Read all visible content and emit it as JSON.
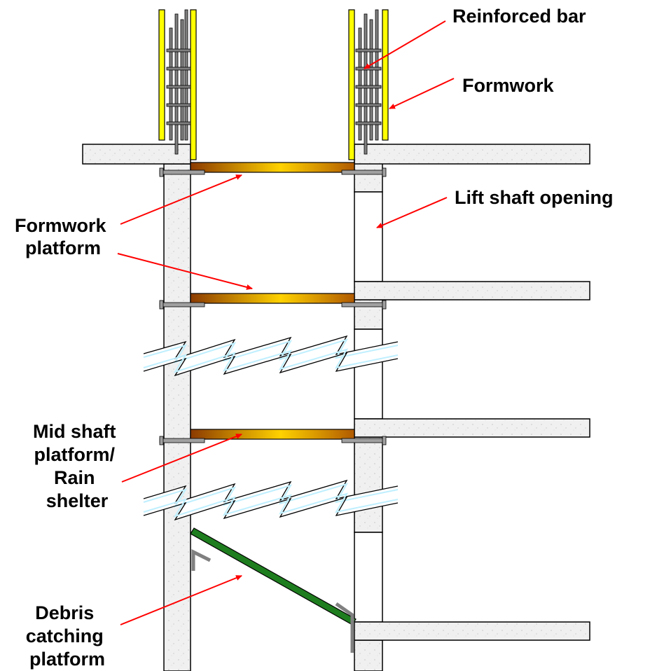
{
  "labels": {
    "reinforced_bar": "Reinforced bar",
    "formwork": "Formwork",
    "lift_shaft_opening": "Lift shaft opening",
    "formwork_platform": [
      "Formwork",
      "platform"
    ],
    "mid_shaft_platform": [
      "Mid shaft",
      "platform/",
      "Rain",
      "shelter"
    ],
    "debris_platform": [
      "Debris",
      "catching",
      "platform"
    ]
  },
  "colors": {
    "concrete": "#f0f0f0",
    "concrete_outline": "#000000",
    "formwork": "#ffff00",
    "rebar": "#808080",
    "platform_dark": "#8b3a00",
    "platform_light": "#ffd200",
    "debris_platform": "#1e7d1e",
    "bracket": "#a0a0a0",
    "arrow": "#ff0000",
    "break_line": "#bfefff"
  }
}
